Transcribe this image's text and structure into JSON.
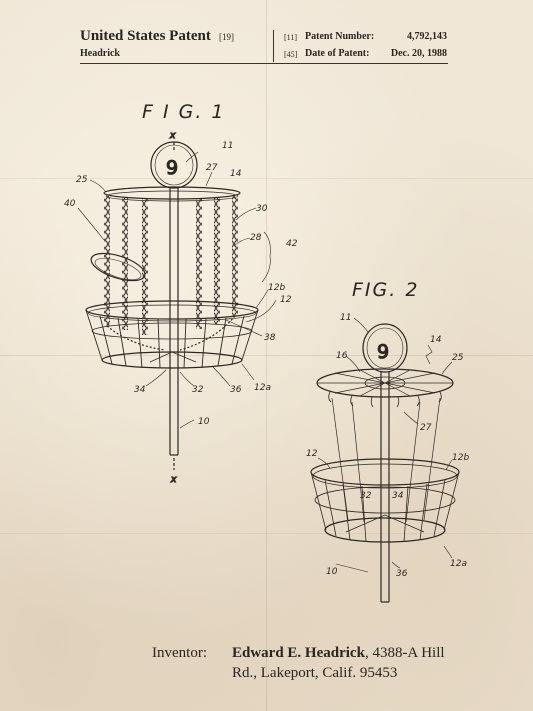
{
  "header": {
    "office": "United States Patent",
    "office_tag": "[19]",
    "inventor_surname": "Headrick",
    "number_tag": "[11]",
    "number_label": "Patent Number:",
    "number_value": "4,792,143",
    "date_tag": "[45]",
    "date_label": "Date of Patent:",
    "date_value": "Dec. 20, 1988"
  },
  "figures": {
    "fig1": "F I G. 1",
    "fig2": "FIG. 2",
    "disc_number_1": "9",
    "disc_number_2": "9",
    "axis_top": "x",
    "axis_bottom": "x",
    "refs1": {
      "r11": "11",
      "r14": "14",
      "r25": "25",
      "r27": "27",
      "r30": "30",
      "r40": "40",
      "r28": "28",
      "r42": "42",
      "r12b": "12b",
      "r12": "12",
      "r38": "38",
      "r34": "34",
      "r32": "32",
      "r36": "36",
      "r12a": "12a",
      "r10": "10"
    },
    "refs2": {
      "r11": "11",
      "r14": "14",
      "r16": "16",
      "r25": "25",
      "r27": "27",
      "r12": "12",
      "r12b": "12b",
      "r32": "32",
      "r34": "34",
      "r10": "10",
      "r36": "36",
      "r12a": "12a"
    }
  },
  "inventor": {
    "label": "Inventor:",
    "name": "Edward E. Headrick",
    "addr1": ", 4388-A Hill",
    "addr2": "Rd., Lakeport, Calif. 95453"
  },
  "colors": {
    "paper": "#efe6d6",
    "ink": "#2d2823"
  }
}
